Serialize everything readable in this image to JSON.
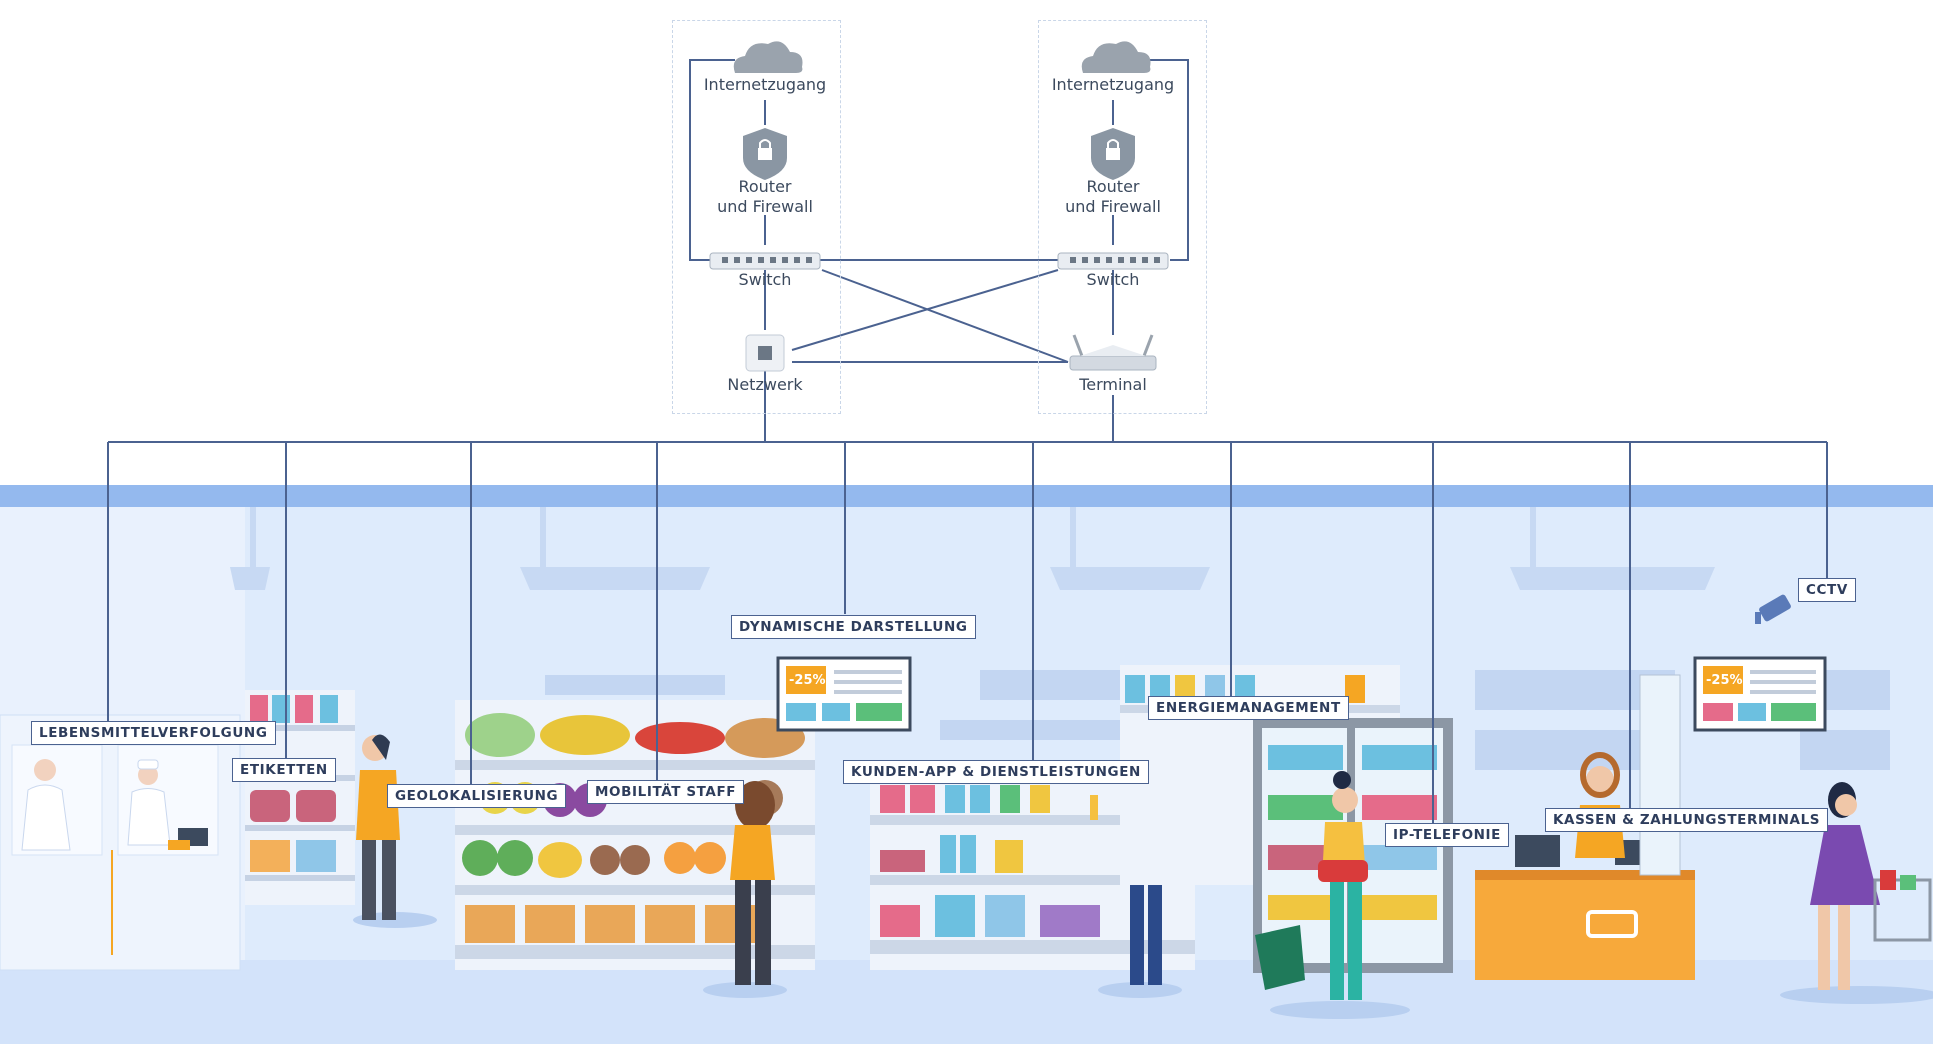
{
  "network": {
    "left": {
      "internet": "Internetzugang",
      "router_line1": "Router",
      "router_line2": "und Firewall",
      "switch": "Switch",
      "device": "Netzwerk"
    },
    "right": {
      "internet": "Internetzugang",
      "router_line1": "Router",
      "router_line2": "und Firewall",
      "switch": "Switch",
      "device": "Terminal"
    }
  },
  "tags": {
    "lebensmittel": "LEBENSMITTELVERFOLGUNG",
    "etiketten": "ETIKETTEN",
    "geolokalisierung": "GEOLOKALISIERUNG",
    "mobilitaet": "MOBILITÄT STAFF",
    "dynamische": "DYNAMISCHE DARSTELLUNG",
    "kunden": "KUNDEN-APP & DIENSTLEISTUNGEN",
    "energie": "ENERGIEMANAGEMENT",
    "ip": "IP-TELEFONIE",
    "kassen": "KASSEN & ZAHLUNGSTERMINALS",
    "cctv": "CCTV"
  },
  "promo": {
    "discount": "-25%"
  },
  "colors": {
    "line": "#4b6290",
    "store_bg": "#d9e7fb",
    "ceiling": "#8cb3ec",
    "floor": "#cfe0f8",
    "promo": "#f5a623",
    "counter": "#f7a93b"
  }
}
